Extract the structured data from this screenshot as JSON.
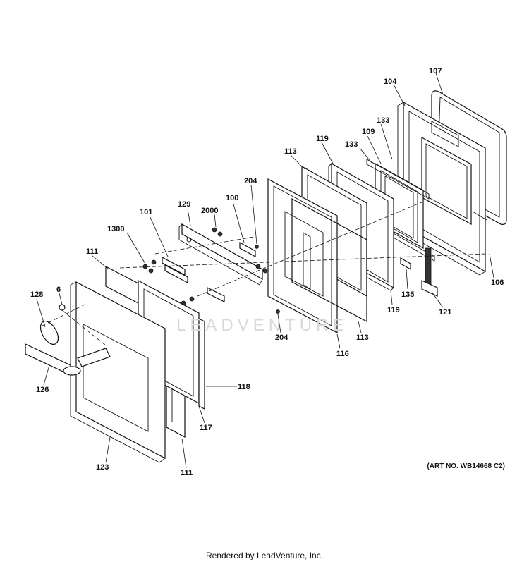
{
  "callouts": {
    "c107": "107",
    "c104": "104",
    "c133a": "133",
    "c109": "109",
    "c133b": "133",
    "c119a": "119",
    "c113a": "113",
    "c204a": "204",
    "c129": "129",
    "c2000": "2000",
    "c100": "100",
    "c101": "101",
    "c1300": "1300",
    "c111a": "111",
    "c128": "128",
    "c6": "6",
    "c106": "106",
    "c135": "135",
    "c119b": "119",
    "c121": "121",
    "c204b": "204",
    "c113b": "113",
    "c116": "116",
    "c118": "118",
    "c126": "126",
    "c117": "117",
    "c123": "123",
    "c111b": "111"
  },
  "art_number": "(ART NO. WB14668 C2)",
  "watermark": "LEADVENTURE",
  "footer": "Rendered by LeadVenture, Inc."
}
